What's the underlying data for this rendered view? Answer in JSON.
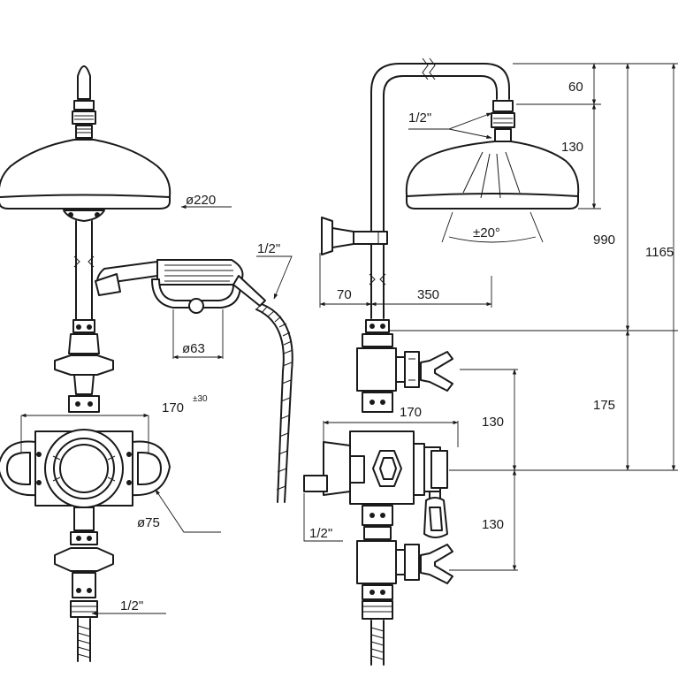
{
  "front_view": {
    "head_diameter": "ø220",
    "hand_shower_diameter": "ø63",
    "hose_connection": "1/2\"",
    "valve_centers": "170",
    "valve_centers_tolerance": "±30",
    "handle_diameter": "ø75",
    "outlet_connection": "1/2\""
  },
  "side_view": {
    "arm_top_offset": "60",
    "head_connection": "1/2\"",
    "head_drop": "130",
    "spray_angle": "±20°",
    "wall_offset": "70",
    "arm_projection": "350",
    "riser_height": "990",
    "total_height": "1165",
    "body_to_riser": "175",
    "body_depth": "170",
    "upper_valve_spacing": "130",
    "lower_valve_spacing": "130",
    "inlet_connection": "1/2\""
  }
}
